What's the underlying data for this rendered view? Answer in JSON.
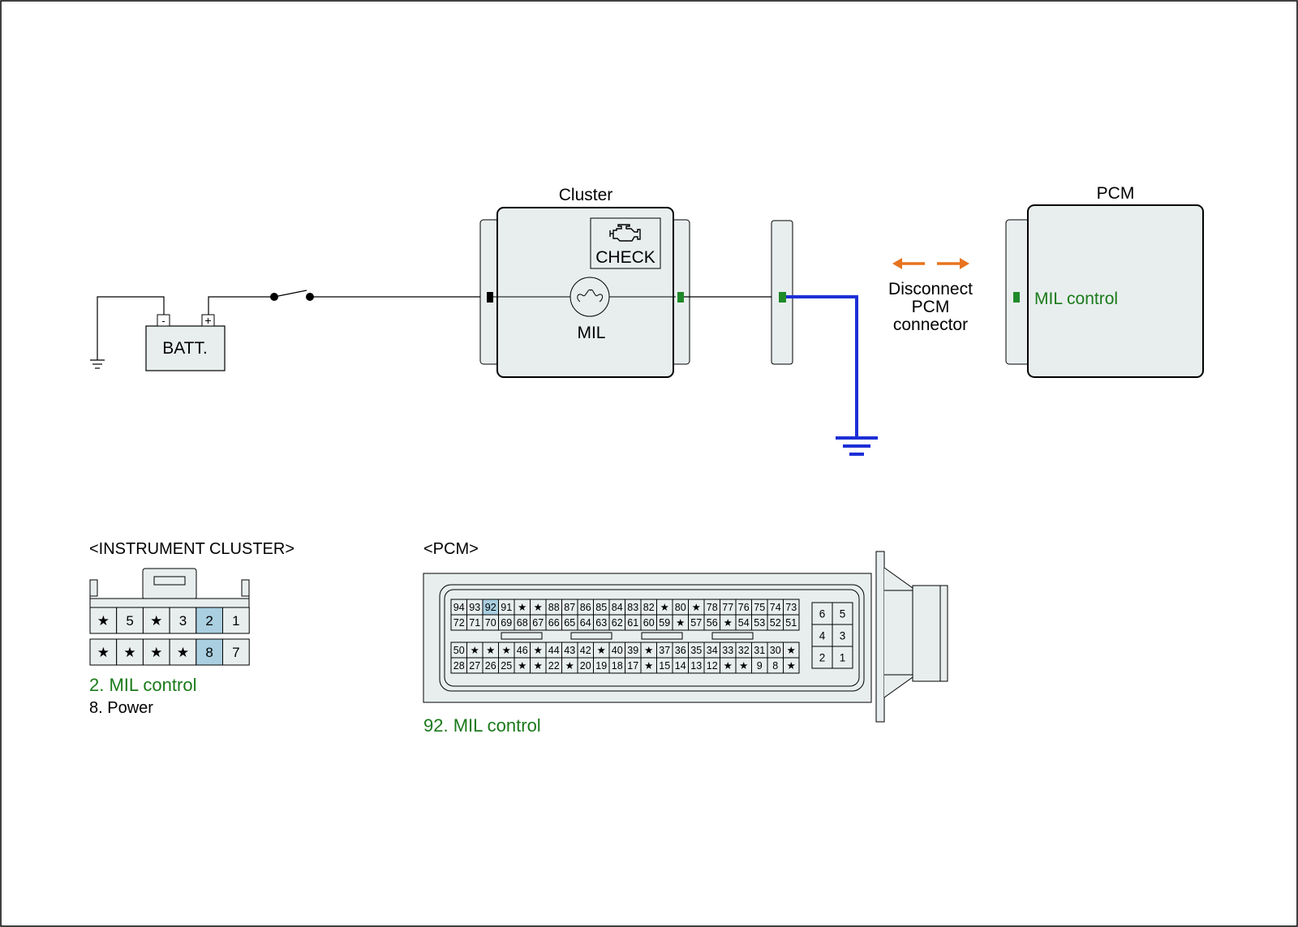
{
  "schematic": {
    "cluster_title": "Cluster",
    "check_label": "CHECK",
    "mil_label": "MIL",
    "batt_label": "BATT.",
    "batt_minus": "-",
    "batt_plus": "+",
    "pcm_title": "PCM",
    "pcm_pin_label": "MIL control",
    "disconnect_lines": [
      "Disconnect",
      "PCM",
      "connector"
    ]
  },
  "cluster_connector": {
    "title": "<INSTRUMENT CLUSTER>",
    "row1": [
      "★",
      "5",
      "★",
      "3",
      "2",
      "1"
    ],
    "row2": [
      "★",
      "★",
      "★",
      "★",
      "8",
      "7"
    ],
    "highlighted": [
      "2",
      "8"
    ],
    "legend": [
      {
        "text": "2. MIL control",
        "color": "#1a7a1a"
      },
      {
        "text": "8. Power",
        "color": "#000000"
      }
    ]
  },
  "pcm_connector": {
    "title": "<PCM>",
    "top_row1": [
      "94",
      "93",
      "92",
      "91",
      "★",
      "★",
      "88",
      "87",
      "86",
      "85",
      "84",
      "83",
      "82",
      "★",
      "80",
      "★",
      "78",
      "77",
      "76",
      "75",
      "74",
      "73"
    ],
    "top_row2": [
      "72",
      "71",
      "70",
      "69",
      "68",
      "67",
      "66",
      "65",
      "64",
      "63",
      "62",
      "61",
      "60",
      "59",
      "★",
      "57",
      "56",
      "★",
      "54",
      "53",
      "52",
      "51"
    ],
    "bot_row1": [
      "50",
      "★",
      "★",
      "★",
      "46",
      "★",
      "44",
      "43",
      "42",
      "★",
      "40",
      "39",
      "★",
      "37",
      "36",
      "35",
      "34",
      "33",
      "32",
      "31",
      "30",
      "★"
    ],
    "bot_row2": [
      "28",
      "27",
      "26",
      "25",
      "★",
      "★",
      "22",
      "★",
      "20",
      "19",
      "18",
      "17",
      "★",
      "15",
      "14",
      "13",
      "12",
      "★",
      "★",
      "9",
      "8",
      "★"
    ],
    "side_pins": [
      [
        "6",
        "5"
      ],
      [
        "4",
        "3"
      ],
      [
        "2",
        "1"
      ]
    ],
    "highlighted": [
      "92"
    ],
    "legend": [
      {
        "text": "92. MIL control",
        "color": "#1a7a1a"
      }
    ]
  },
  "colors": {
    "ground_wire": "#1c2fd6",
    "pin_green": "#1f8a2a",
    "arrow_orange": "#e8731f",
    "highlight_pin": "#a9cfe0",
    "box_fill": "#e8eeee"
  }
}
